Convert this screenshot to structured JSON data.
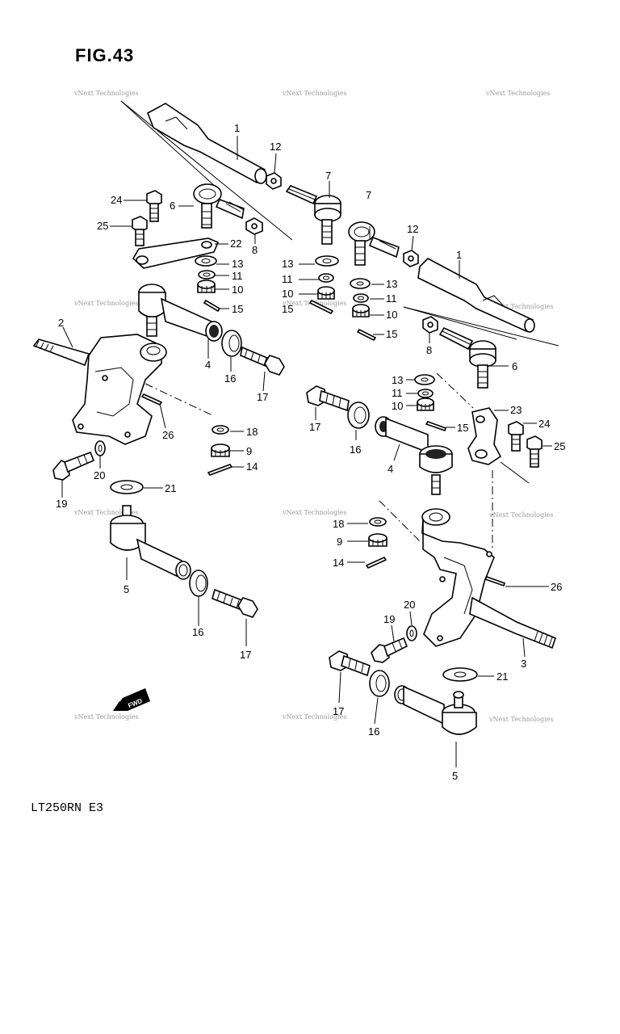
{
  "figure": {
    "title": "FIG.43",
    "model_code": "LT250RN E3"
  },
  "watermark": "vNext Technologies",
  "fwd_label": "FWD",
  "labels": [
    {
      "id": "c1",
      "text": "1"
    },
    {
      "id": "c12",
      "text": "12"
    },
    {
      "id": "c7",
      "text": "7"
    },
    {
      "id": "c24",
      "text": "24"
    },
    {
      "id": "c6",
      "text": "6"
    },
    {
      "id": "c25",
      "text": "25"
    },
    {
      "id": "c22",
      "text": "22"
    },
    {
      "id": "c8",
      "text": "8"
    },
    {
      "id": "c13",
      "text": "13"
    },
    {
      "id": "c11",
      "text": "11"
    },
    {
      "id": "c10",
      "text": "10"
    },
    {
      "id": "c15",
      "text": "15"
    },
    {
      "id": "c13b",
      "text": "13"
    },
    {
      "id": "c11b",
      "text": "11"
    },
    {
      "id": "c10b",
      "text": "10"
    },
    {
      "id": "c15b",
      "text": "15"
    },
    {
      "id": "c7b",
      "text": "7"
    },
    {
      "id": "c12b",
      "text": "12"
    },
    {
      "id": "c1b",
      "text": "1"
    },
    {
      "id": "c13c",
      "text": "13"
    },
    {
      "id": "c11c",
      "text": "11"
    },
    {
      "id": "c10c",
      "text": "10"
    },
    {
      "id": "c15c",
      "text": "15"
    },
    {
      "id": "c2",
      "text": "2"
    },
    {
      "id": "c4",
      "text": "4"
    },
    {
      "id": "c16",
      "text": "16"
    },
    {
      "id": "c17",
      "text": "17"
    },
    {
      "id": "c8b",
      "text": "8"
    },
    {
      "id": "c6b",
      "text": "6"
    },
    {
      "id": "c26",
      "text": "26"
    },
    {
      "id": "c18",
      "text": "18"
    },
    {
      "id": "c9",
      "text": "9"
    },
    {
      "id": "c14",
      "text": "14"
    },
    {
      "id": "c20",
      "text": "20"
    },
    {
      "id": "c21",
      "text": "21"
    },
    {
      "id": "c19",
      "text": "19"
    },
    {
      "id": "c13d",
      "text": "13"
    },
    {
      "id": "c11d",
      "text": "11"
    },
    {
      "id": "c10d",
      "text": "10"
    },
    {
      "id": "c17b",
      "text": "17"
    },
    {
      "id": "c16b",
      "text": "16"
    },
    {
      "id": "c15d",
      "text": "15"
    },
    {
      "id": "c23",
      "text": "23"
    },
    {
      "id": "c24b",
      "text": "24"
    },
    {
      "id": "c25b",
      "text": "25"
    },
    {
      "id": "c4b",
      "text": "4"
    },
    {
      "id": "c5",
      "text": "5"
    },
    {
      "id": "c16c",
      "text": "16"
    },
    {
      "id": "c17c",
      "text": "17"
    },
    {
      "id": "c18b",
      "text": "18"
    },
    {
      "id": "c9b",
      "text": "9"
    },
    {
      "id": "c14b",
      "text": "14"
    },
    {
      "id": "c26b",
      "text": "26"
    },
    {
      "id": "c20b",
      "text": "20"
    },
    {
      "id": "c19b",
      "text": "19"
    },
    {
      "id": "c3",
      "text": "3"
    },
    {
      "id": "c21b",
      "text": "21"
    },
    {
      "id": "c17d",
      "text": "17"
    },
    {
      "id": "c16d",
      "text": "16"
    },
    {
      "id": "c5b",
      "text": "5"
    }
  ]
}
